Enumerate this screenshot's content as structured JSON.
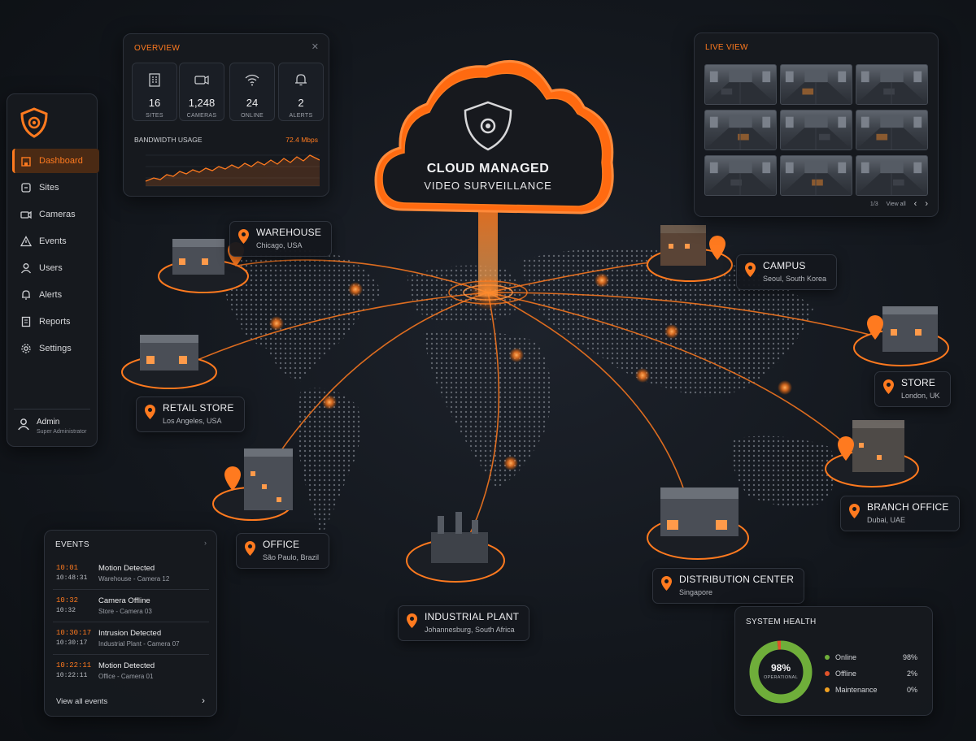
{
  "sidebar": {
    "items": [
      {
        "label": "Dashboard",
        "icon": "building-icon",
        "active": true
      },
      {
        "label": "Sites",
        "icon": "site-icon"
      },
      {
        "label": "Cameras",
        "icon": "camera-icon"
      },
      {
        "label": "Events",
        "icon": "warning-icon"
      },
      {
        "label": "Users",
        "icon": "user-icon"
      },
      {
        "label": "Alerts",
        "icon": "bell-icon"
      },
      {
        "label": "Reports",
        "icon": "report-icon"
      },
      {
        "label": "Settings",
        "icon": "gear-icon"
      }
    ],
    "user": {
      "name": "Admin",
      "role": "Super Administrator"
    }
  },
  "overview": {
    "title": "OVERVIEW",
    "stats": [
      {
        "value": "16",
        "label": "SITES",
        "icon": "building-icon"
      },
      {
        "value": "1,248",
        "label": "CAMERAS",
        "icon": "camera-icon"
      },
      {
        "value": "24",
        "label": "ONLINE",
        "icon": "wifi-icon"
      },
      {
        "value": "2",
        "label": "ALERTS",
        "icon": "bell-icon"
      }
    ],
    "bandwidth_label": "BANDWIDTH USAGE",
    "bandwidth_value": "72.4 Mbps"
  },
  "cloud": {
    "line1": "CLOUD MANAGED",
    "line2": "VIDEO SURVEILLANCE"
  },
  "live_view": {
    "title": "LIVE VIEW",
    "camera_count": 9,
    "footer_left": "1/3",
    "footer_right": "View all"
  },
  "locations": [
    {
      "name": "WAREHOUSE",
      "city": "Chicago, USA"
    },
    {
      "name": "CAMPUS",
      "city": "Seoul, South Korea"
    },
    {
      "name": "STORE",
      "city": "London, UK"
    },
    {
      "name": "RETAIL STORE",
      "city": "Los Angeles, USA"
    },
    {
      "name": "BRANCH OFFICE",
      "city": "Dubai, UAE"
    },
    {
      "name": "OFFICE",
      "city": "São Paulo, Brazil"
    },
    {
      "name": "DISTRIBUTION CENTER",
      "city": "Singapore"
    },
    {
      "name": "INDUSTRIAL PLANT",
      "city": "Johannesburg, South Africa"
    }
  ],
  "events": {
    "title": "EVENTS",
    "items": [
      {
        "time": "10:01",
        "date": "10:48:31",
        "title": "Motion Detected",
        "source": "Warehouse - Camera 12"
      },
      {
        "time": "10:32",
        "date": "10:32",
        "title": "Camera Offline",
        "source": "Store - Camera 03"
      },
      {
        "time": "10:30:17",
        "date": "10:30:17",
        "title": "Intrusion Detected",
        "source": "Industrial Plant - Camera 07"
      },
      {
        "time": "10:22:11",
        "date": "10:22:11",
        "title": "Motion Detected",
        "source": "Office - Camera 01"
      }
    ],
    "view_all": "View all events"
  },
  "system_health": {
    "title": "SYSTEM HEALTH",
    "center_value": "98%",
    "center_label": "OPERATIONAL",
    "legend": [
      {
        "label": "Online",
        "value": "98%",
        "fraction": 0.98,
        "color": "#6fae3a"
      },
      {
        "label": "Offline",
        "value": "2%",
        "fraction": 0.02,
        "color": "#e0522a"
      },
      {
        "label": "Maintenance",
        "value": "0%",
        "fraction": 0.0,
        "color": "#f0a020"
      }
    ]
  },
  "colors": {
    "accent": "#ff7a1f",
    "background": "#13171d",
    "panel": "#16191f"
  }
}
